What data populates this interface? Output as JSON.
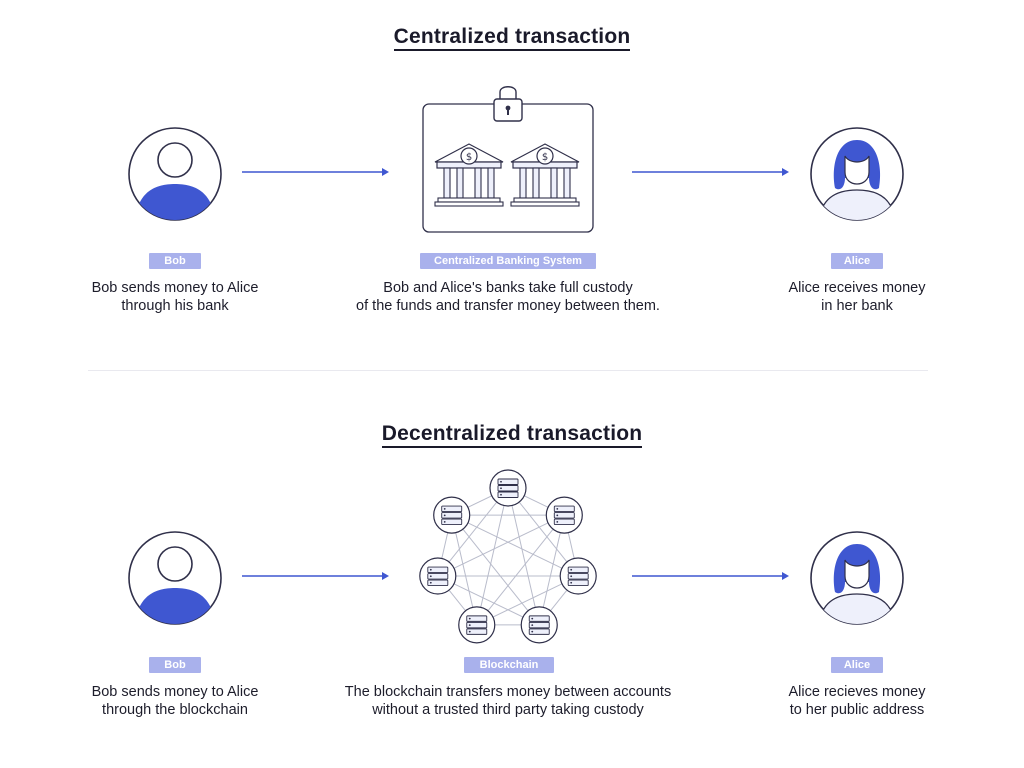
{
  "centralized": {
    "title": "Centralized transaction",
    "bob": {
      "badge": "Bob",
      "caption_line1": "Bob sends money to Alice",
      "caption_line2": "through his bank"
    },
    "system": {
      "badge": "Centralized Banking System",
      "caption_line1": "Bob and Alice's banks take full custody",
      "caption_line2": "of the funds and transfer money between them."
    },
    "alice": {
      "badge": "Alice",
      "caption_line1": "Alice receives money",
      "caption_line2": "in her bank"
    }
  },
  "decentralized": {
    "title": "Decentralized transaction",
    "bob": {
      "badge": "Bob",
      "caption_line1": "Bob sends money to Alice",
      "caption_line2": "through the blockchain"
    },
    "system": {
      "badge": "Blockchain",
      "caption_line1": "The blockchain transfers money between accounts",
      "caption_line2": "without a trusted third party taking custody"
    },
    "alice": {
      "badge": "Alice",
      "caption_line1": "Alice recieves money",
      "caption_line2": "to her public address"
    }
  },
  "colors": {
    "accent": "#3f57d1",
    "badge": "#a9b1ec",
    "outline": "#30304a",
    "light_fill": "#eef0fb"
  },
  "icons": {
    "bank": "bank-building-icon",
    "dollar": "dollar-coin-icon",
    "lock": "padlock-icon",
    "server": "server-node-icon"
  }
}
